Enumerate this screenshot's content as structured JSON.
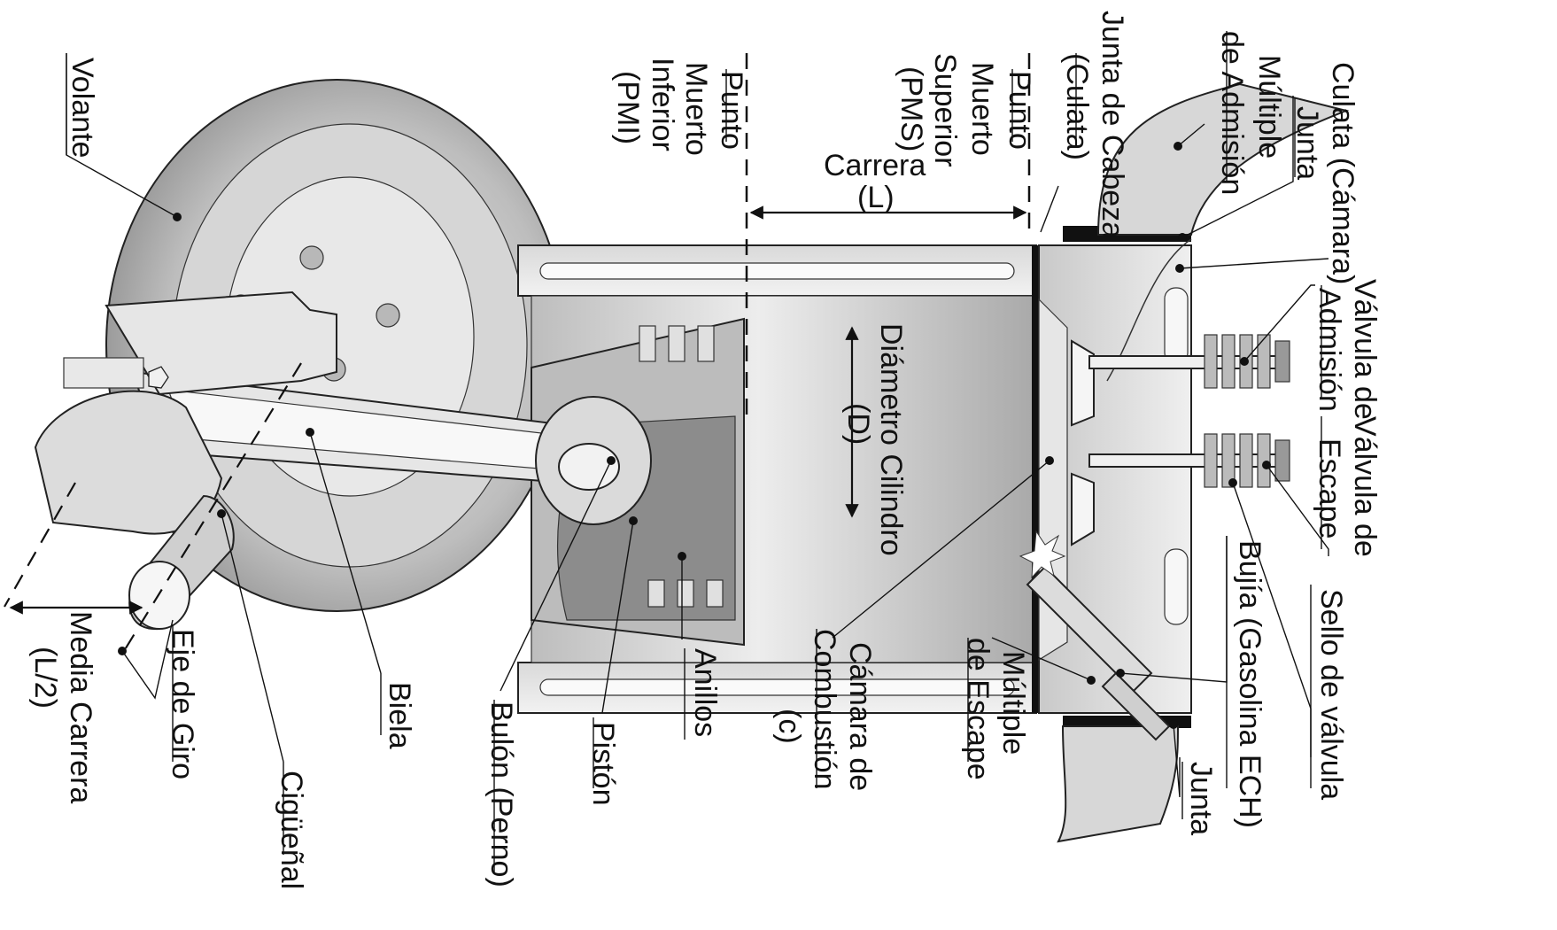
{
  "labels": {
    "culata_camara": "Culata (Cámara)",
    "junta_top": "Junta",
    "multiple_admision_1": "Múltiple",
    "multiple_admision_2": "de Admisión",
    "junta_cabeza_1": "Junta de Cabeza",
    "junta_cabeza_2": "(Culata)",
    "pms_1": "Punto",
    "pms_2": "Muerto",
    "pms_3": "Superior",
    "pms_4": "(PMS)",
    "carrera_1": "Carrera",
    "carrera_2": "(L)",
    "pmi_1": "Punto",
    "pmi_2": "Muerto",
    "pmi_3": "Inferior",
    "pmi_4": "(PMI)",
    "volante": "Volante",
    "valvula_admision_1": "Válvula de",
    "valvula_admision_2": "Admisión",
    "valvula_escape_1": "Válvula de",
    "valvula_escape_2": "Escape",
    "diametro_1": "Diámetro Cilindro",
    "diametro_2": "(D)",
    "sello_valvula": "Sello de válvula",
    "bujia": "Bujía (Gasolina ECH)",
    "junta_bottom": "Junta",
    "multiple_escape_1": "Múltiple",
    "multiple_escape_2": "de Escape",
    "camara_combustion_1": "Cámara de",
    "camara_combustion_2": "Combustión",
    "camara_combustion_3": "(c)",
    "anillos": "Anillos",
    "piston": "Pistón",
    "bulon": "Bulón (Perno)",
    "biela": "Biela",
    "ciguenal": "Cigüeñal",
    "eje_giro": "Eje de Giro",
    "media_carrera_1": "Media Carrera",
    "media_carrera_2": "(L/2)"
  },
  "colors": {
    "metal_light": "#e4e4e4",
    "metal_mid": "#c8c8c8",
    "metal_dark": "#8c8c8c",
    "gasket": "#111111",
    "line": "#111111"
  }
}
